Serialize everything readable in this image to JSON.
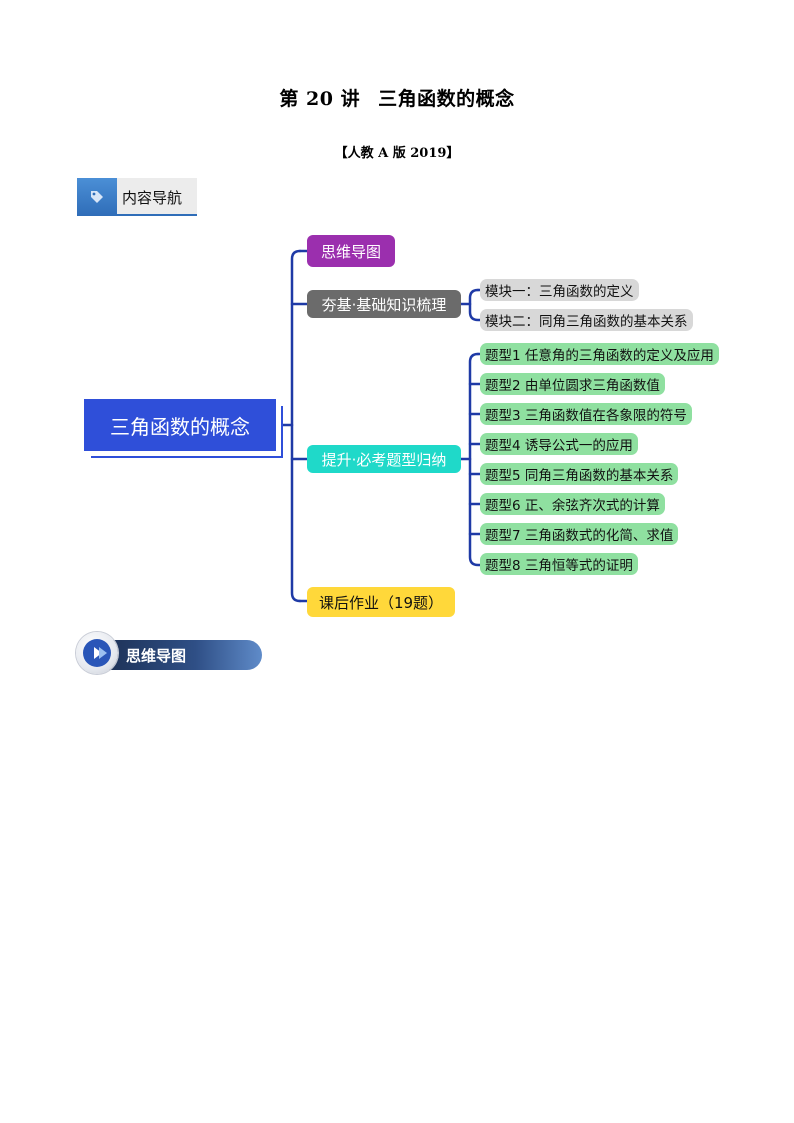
{
  "header": {
    "lecture_no": "第 20 讲",
    "lecture_title": "三角函数的概念",
    "edition": "【人教 A 版 2019】"
  },
  "nav_tab": {
    "label": "内容导航",
    "icon": "tag-icon"
  },
  "mindmap": {
    "root": "三角函数的概念",
    "branches": [
      {
        "label": "思维导图",
        "color": "#9b2fae"
      },
      {
        "label": "夯基·基础知识梳理",
        "color": "#6b6b6b",
        "children": [
          "模块一：三角函数的定义",
          "模块二：同角三角函数的基本关系"
        ]
      },
      {
        "label": "提升·必考题型归纳",
        "color": "#1fd9c9",
        "children": [
          "题型1 任意角的三角函数的定义及应用",
          "题型2 由单位圆求三角函数值",
          "题型3 三角函数值在各象限的符号",
          "题型4 诱导公式一的应用",
          "题型5 同角三角函数的基本关系",
          "题型6 正、余弦齐次式的计算",
          "题型7 三角函数式的化简、求值",
          "题型8 三角恒等式的证明"
        ]
      },
      {
        "label": "课后作业（19题）",
        "color": "#ffd83a"
      }
    ],
    "line_color": "#1f3aa6"
  },
  "section_banner": {
    "label": "思维导图",
    "icon": "play-icon"
  }
}
